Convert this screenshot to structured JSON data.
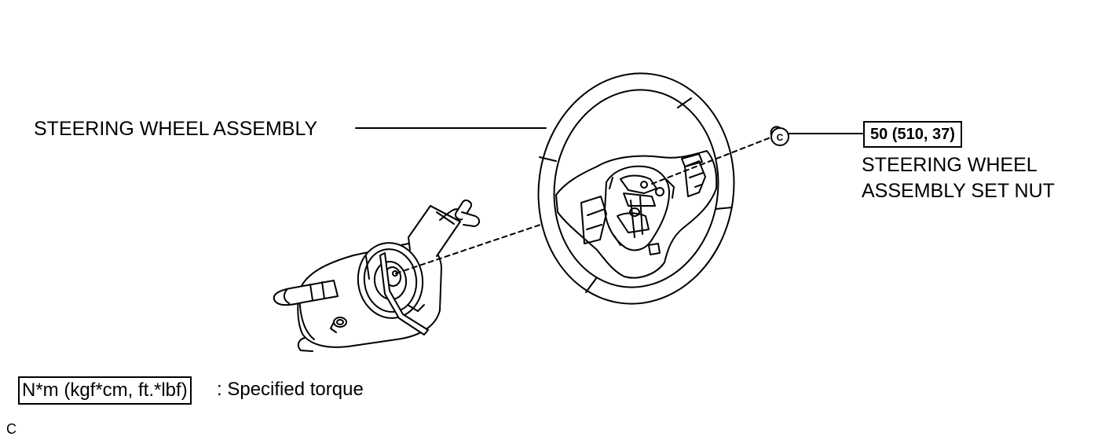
{
  "labels": {
    "steering_wheel_assembly": "STEERING WHEEL ASSEMBLY",
    "set_nut_line1": "STEERING WHEEL",
    "set_nut_line2": "ASSEMBLY SET NUT",
    "torque_value": "50 (510, 37)"
  },
  "legend": {
    "unit_box": "N*m (kgf*cm, ft.*lbf)",
    "description": ": Specified torque"
  },
  "nut_mark": "C",
  "figure_ref": "C"
}
